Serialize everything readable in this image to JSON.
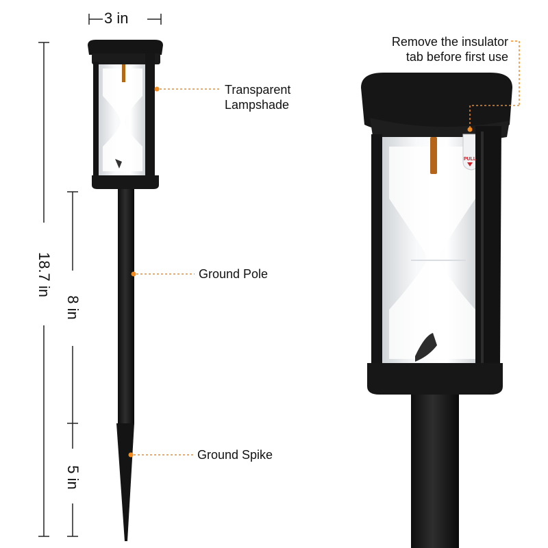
{
  "dimensions": {
    "width": "3 in",
    "total_height": "18.7 in",
    "pole_length": "8 in",
    "spike_length": "5 in"
  },
  "callouts": {
    "lampshade_line1": "Transparent",
    "lampshade_line2": "Lampshade",
    "pole": "Ground Pole",
    "spike": "Ground Spike",
    "insulator_line1": "Remove the insulator",
    "insulator_line2": "tab before first use"
  },
  "tab_text": "PULL",
  "colors": {
    "leader": "#f28a1e",
    "body": "#1a1a1a",
    "glass": "#eef0f2",
    "dimension_line": "#222222"
  }
}
